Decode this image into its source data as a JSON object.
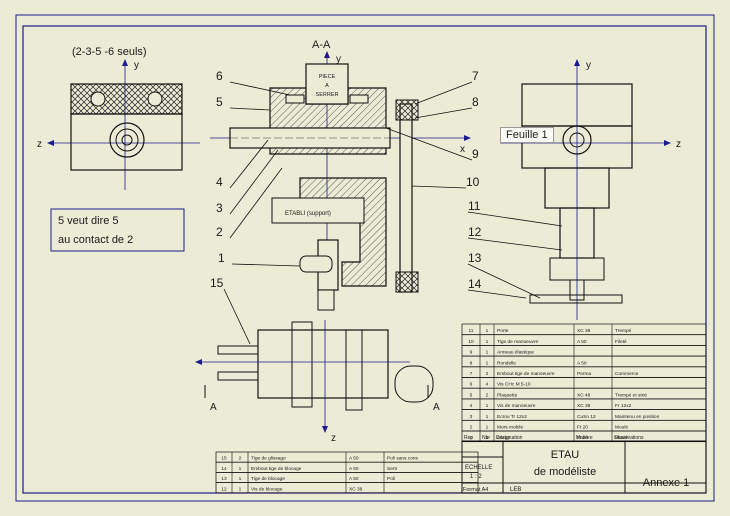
{
  "section_label": "A-A",
  "top_left_note": "(2-3-5 -6 seuls)",
  "axis_labels": {
    "x": "x",
    "y": "y",
    "z": "z",
    "a": "A"
  },
  "piece_label": [
    "PIECE",
    "A",
    "SERRER"
  ],
  "etabli_label": "ETABLI (support)",
  "note_box": [
    "5 veut dire 5",
    "au contact de 2"
  ],
  "tooltip": "Feuille 1",
  "callouts": [
    "1",
    "2",
    "3",
    "4",
    "5",
    "6",
    "7",
    "8",
    "9",
    "10",
    "11",
    "12",
    "13",
    "14",
    "15"
  ],
  "title_block": {
    "title": "ETAU",
    "subtitle": "de modéliste",
    "annexe": "Annexe 1",
    "echelle_label": "ECHELLE",
    "echelle_value": "1 : 2",
    "format": "Format A4",
    "school": "LEB",
    "legend": [
      "Rep",
      "Nbr",
      "Désignation",
      "Matière",
      "Observations"
    ]
  },
  "nomenclature_right": [
    {
      "rep": "11",
      "nbr": "1",
      "des": "Porte",
      "mat": "XC 38",
      "obs": "Trempé"
    },
    {
      "rep": "10",
      "nbr": "1",
      "des": "Tige de manoeuvre",
      "mat": "A 50",
      "obs": "Fileté"
    },
    {
      "rep": "9",
      "nbr": "1",
      "des": "Anneau élastique",
      "mat": "",
      "obs": ""
    },
    {
      "rep": "8",
      "nbr": "1",
      "des": "Rondelle",
      "mat": "A 50",
      "obs": ""
    },
    {
      "rep": "7",
      "nbr": "2",
      "des": "Embout tige de manoeuvre",
      "mat": "Perma",
      "obs": "Commerce"
    },
    {
      "rep": "6",
      "nbr": "4",
      "des": "Vis CHc M 5-10",
      "mat": "",
      "obs": ""
    },
    {
      "rep": "5",
      "nbr": "2",
      "des": "Plaquette",
      "mat": "XC 48",
      "obs": "Trempé et strié"
    },
    {
      "rep": "4",
      "nbr": "1",
      "des": "Vis de manoeuvre",
      "mat": "XC 38",
      "obs": "Fr 12x2"
    },
    {
      "rep": "3",
      "nbr": "1",
      "des": "Ecrou Tr 12x2",
      "mat": "CuSn 12",
      "obs": "Maintenu en position"
    },
    {
      "rep": "2",
      "nbr": "1",
      "des": "Mors mobile",
      "mat": "Ft 20",
      "obs": "Moulé"
    },
    {
      "rep": "1",
      "nbr": "1",
      "des": "Corps",
      "mat": "Ft 20",
      "obs": "Moulé"
    }
  ],
  "nomenclature_left": [
    {
      "rep": "15",
      "nbr": "2",
      "des": "Tige de glissage",
      "mat": "A 50",
      "obs": "Poli sans cons"
    },
    {
      "rep": "14",
      "nbr": "1",
      "des": "Embout tige de blocage",
      "mat": "A 50",
      "obs": "Serti"
    },
    {
      "rep": "13",
      "nbr": "1",
      "des": "Tige de blocage",
      "mat": "A 50",
      "obs": "Poli"
    },
    {
      "rep": "12",
      "nbr": "1",
      "des": "Vis de blocage",
      "mat": "XC 38",
      "obs": ""
    }
  ],
  "colors": {
    "line": "#1c1c8c",
    "ink": "#1a1a1a",
    "paper": "#ecebd6",
    "hatch": "#333333"
  }
}
